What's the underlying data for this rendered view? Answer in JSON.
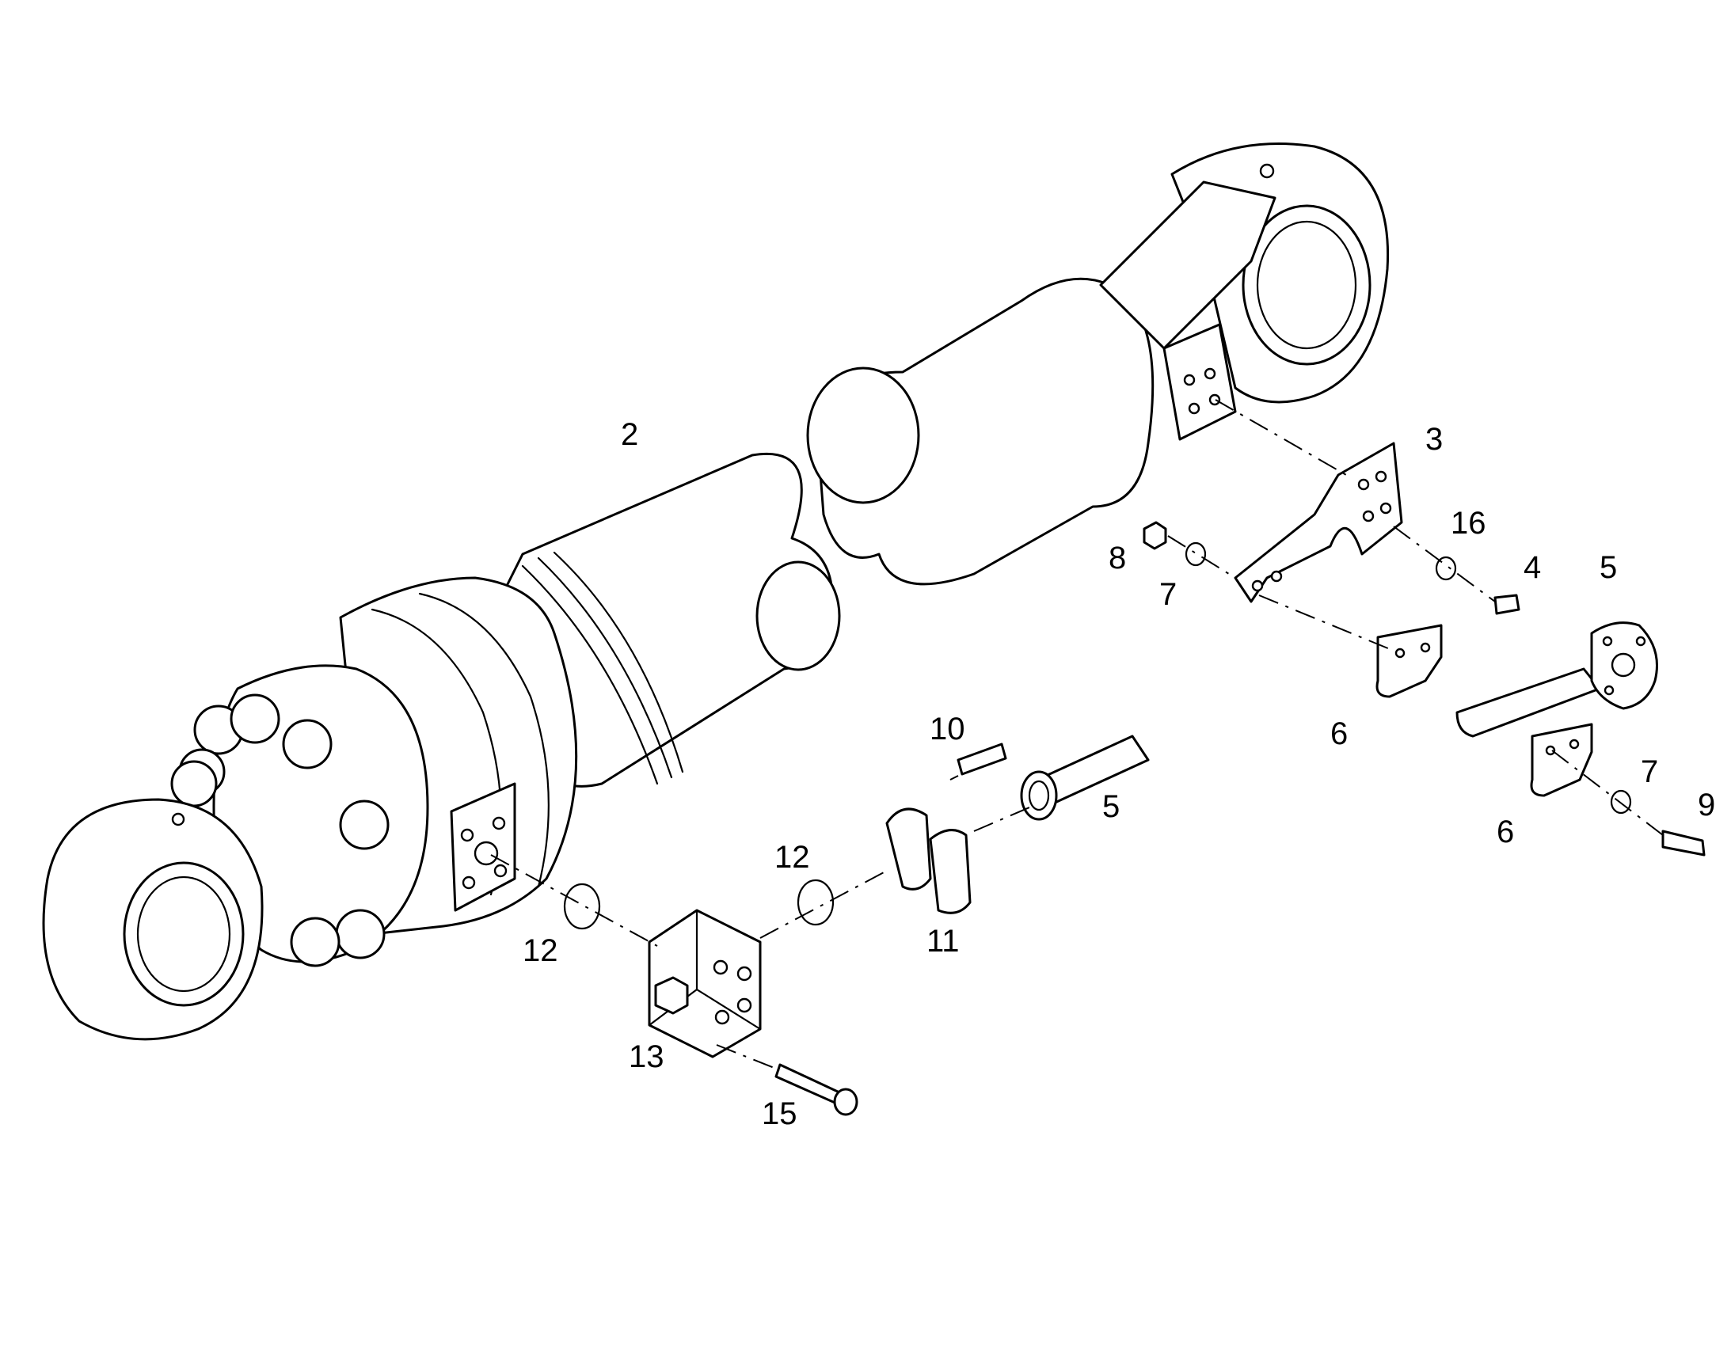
{
  "callouts": {
    "c2": "2",
    "c3": "3",
    "c4": "4",
    "c5a": "5",
    "c5b": "5",
    "c6a": "6",
    "c6b": "6",
    "c7a": "7",
    "c7b": "7",
    "c8": "8",
    "c9": "9",
    "c10": "10",
    "c11": "11",
    "c12a": "12",
    "c12b": "12",
    "c13": "13",
    "c15": "15",
    "c16": "16"
  },
  "colors": {
    "line": "#000000",
    "background": "#ffffff"
  }
}
